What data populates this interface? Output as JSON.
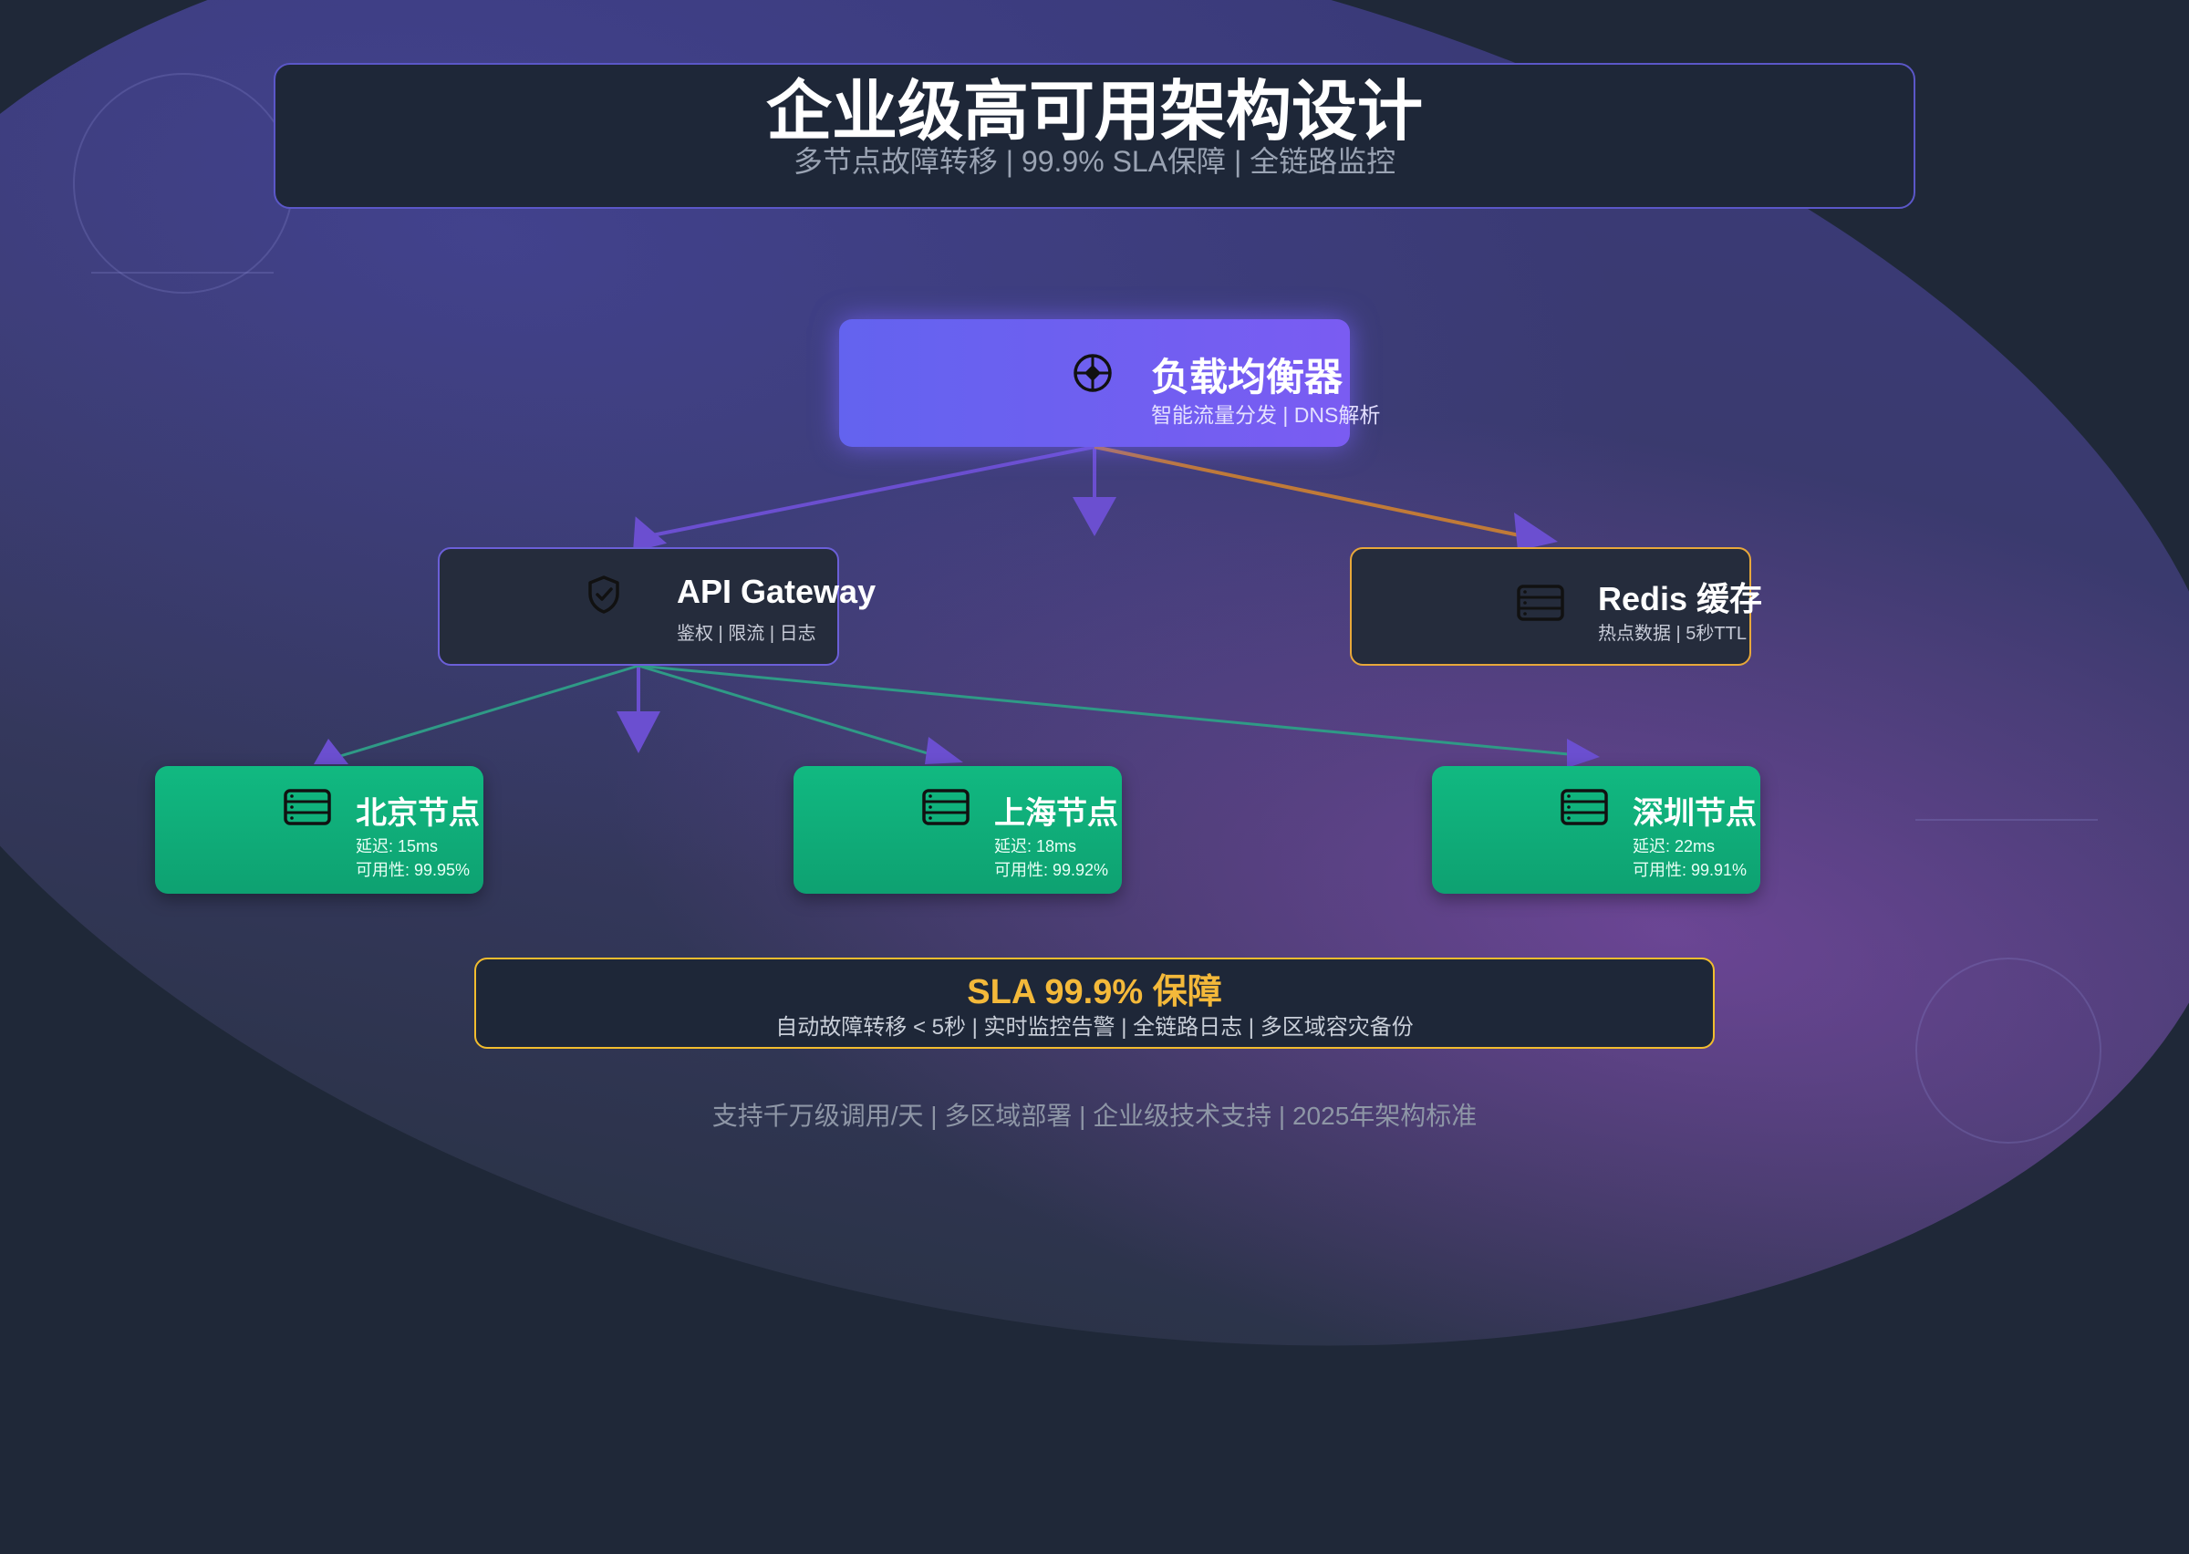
{
  "header": {
    "title": "企业级高可用架构设计",
    "subtitle": "多节点故障转移 | 99.9% SLA保障 | 全链路监控"
  },
  "nodes": {
    "load_balancer": {
      "name": "负载均衡器",
      "desc": "智能流量分发 | DNS解析",
      "icon": "crosshair-icon"
    },
    "api_gateway": {
      "name": "API Gateway",
      "desc": "鉴权 | 限流 | 日志",
      "icon": "shield-check-icon"
    },
    "redis": {
      "name": "Redis 缓存",
      "desc": "热点数据 | 5秒TTL",
      "icon": "server-icon"
    },
    "beijing": {
      "name": "北京节点",
      "latency": "延迟: 15ms",
      "availability": "可用性: 99.95%",
      "icon": "server-icon"
    },
    "shanghai": {
      "name": "上海节点",
      "latency": "延迟: 18ms",
      "availability": "可用性: 99.92%",
      "icon": "server-icon"
    },
    "shenzhen": {
      "name": "深圳节点",
      "latency": "延迟: 22ms",
      "availability": "可用性: 99.91%",
      "icon": "server-icon"
    }
  },
  "edges": [
    {
      "from": "load_balancer",
      "to": "api_gateway"
    },
    {
      "from": "load_balancer",
      "to": "redis"
    },
    {
      "from": "api_gateway",
      "to": "beijing"
    },
    {
      "from": "api_gateway",
      "to": "shanghai"
    },
    {
      "from": "api_gateway",
      "to": "shenzhen"
    }
  ],
  "sla": {
    "title": "SLA 99.9% 保障",
    "desc": "自动故障转移 < 5秒 | 实时监控告警 | 全链路日志 | 多区域容灾备份"
  },
  "footer": "支持千万级调用/天 | 多区域部署 | 企业级技术支持 | 2025年架构标准",
  "colors": {
    "accent_purple": "#6b5fd8",
    "cache_orange": "#e8a83a",
    "node_green": "#11b981",
    "sla_gold": "#f2bd2e",
    "edge_teal": "#2f9a86"
  }
}
